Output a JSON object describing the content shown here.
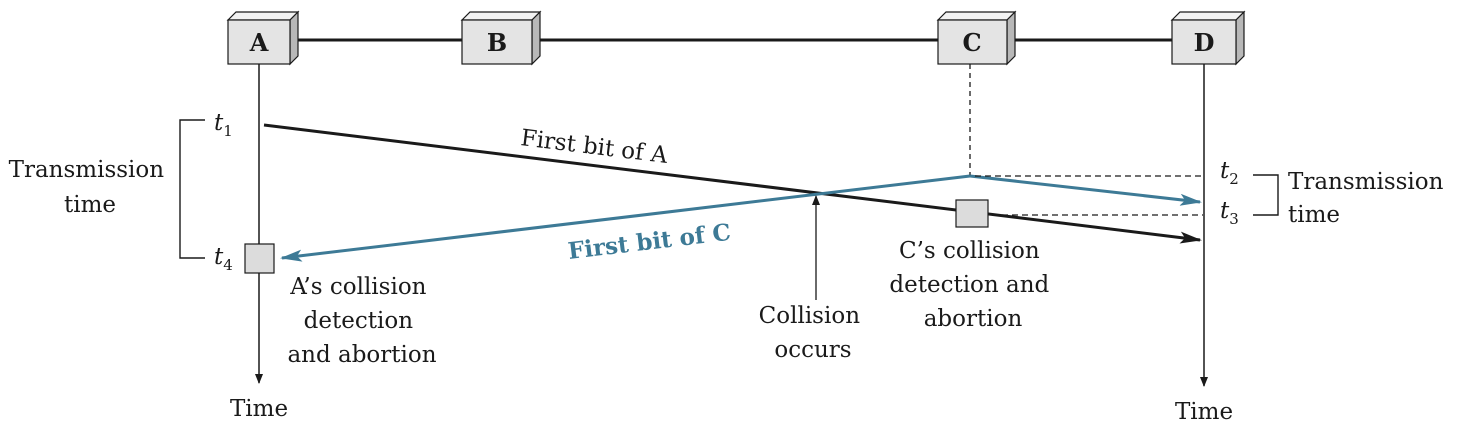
{
  "stations": [
    {
      "id": "A",
      "label": "A"
    },
    {
      "id": "B",
      "label": "B"
    },
    {
      "id": "C",
      "label": "C"
    },
    {
      "id": "D",
      "label": "D"
    }
  ],
  "signals": {
    "first_bit_a": "First bit of A",
    "first_bit_c": "First bit of C"
  },
  "time_marks": {
    "t1": {
      "base": "t",
      "sub": "1"
    },
    "t2": {
      "base": "t",
      "sub": "2"
    },
    "t3": {
      "base": "t",
      "sub": "3"
    },
    "t4": {
      "base": "t",
      "sub": "4"
    }
  },
  "labels": {
    "left_transmission": [
      "Transmission",
      "time"
    ],
    "right_transmission": [
      "Transmission",
      "time"
    ],
    "a_abort": [
      "A’s collision",
      "detection",
      "and abortion"
    ],
    "c_abort": [
      "C’s collision",
      "detection and",
      "abortion"
    ],
    "collision": [
      "Collision",
      "occurs"
    ],
    "time_left": "Time",
    "time_right": "Time"
  },
  "colors": {
    "line": "#1a1a1a",
    "signal_c": "#3d7a96",
    "box_face": "#e4e4e4",
    "box_top": "#f2f2f2",
    "box_side": "#b8b8b8"
  }
}
